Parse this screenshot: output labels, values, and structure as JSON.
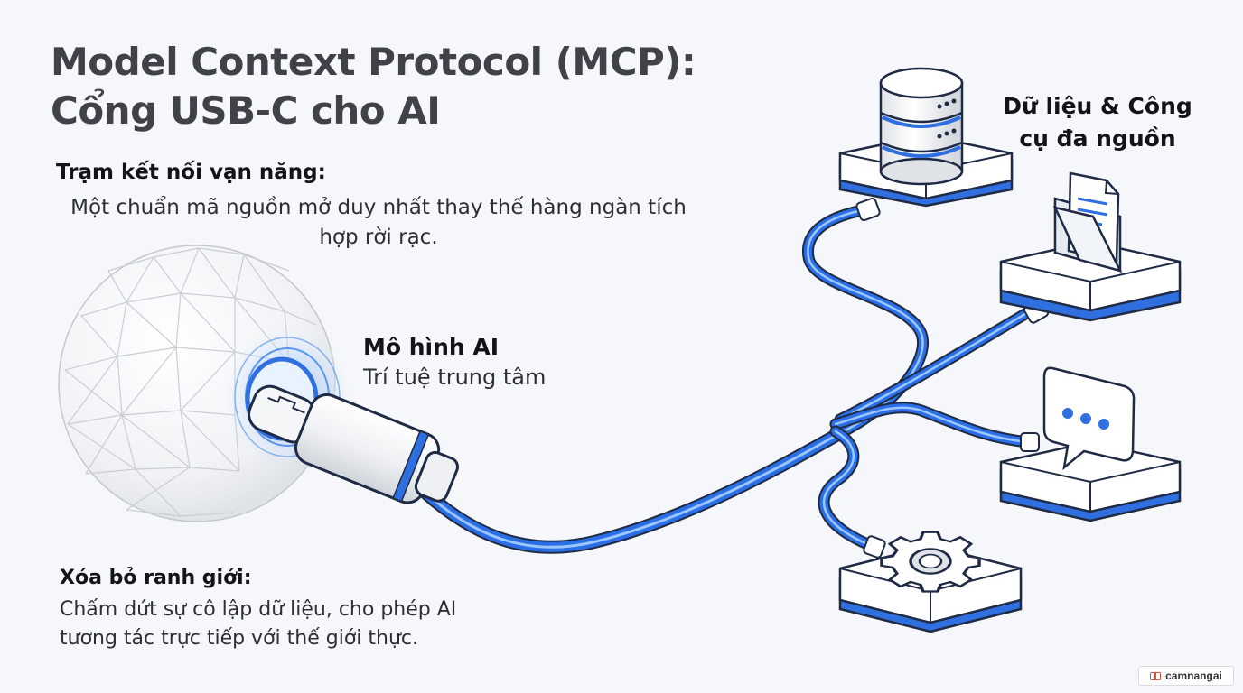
{
  "title": {
    "line1": "Model Context Protocol (MCP):",
    "line2": "Cổng USB-C cho AI"
  },
  "hub": {
    "title": "Trạm kết nối vạn năng:",
    "description": "Một chuẩn mã nguồn mở duy nhất thay thế hàng ngàn tích hợp rời rạc."
  },
  "ai_model": {
    "title": "Mô hình AI",
    "subtitle": "Trí tuệ trung tâm"
  },
  "sources": {
    "title_line1": "Dữ liệu & Công",
    "title_line2": "cụ đa nguồn",
    "nodes": [
      {
        "icon": "database-icon"
      },
      {
        "icon": "document-folder-icon"
      },
      {
        "icon": "chat-bubble-icon"
      },
      {
        "icon": "gear-icon"
      }
    ]
  },
  "boundary": {
    "title": "Xóa bỏ ranh giới:",
    "description_line1": "Chấm dứt sự cô lập dữ liệu, cho phép AI",
    "description_line2": "tương tác trực tiếp với thế giới thực."
  },
  "brand": {
    "label": "camnangai"
  },
  "colors": {
    "cable": "#2a6fe8",
    "cable_glow": "#7fb3ff",
    "outline": "#1f2a44",
    "accent": "#2f6fe0"
  }
}
